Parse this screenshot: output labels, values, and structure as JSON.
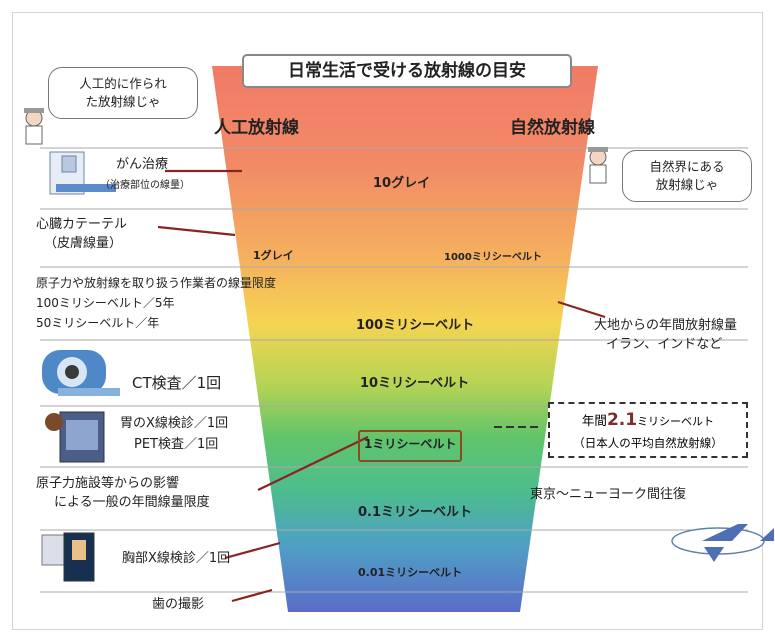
{
  "title": "日常生活で受ける放射線の目安",
  "headers": {
    "artificial": "人工放射線",
    "natural": "自然放射線"
  },
  "bubbles": {
    "artificial": [
      "人工的に作られ",
      "た放射線じゃ"
    ],
    "natural": [
      "自然界にある",
      "放射線じゃ"
    ]
  },
  "doses": {
    "gray10": "10グレイ",
    "gray1": "1グレイ",
    "sv1000": "1000ミリシーベルト",
    "sv100": "100ミリシーベルト",
    "sv10": "10ミリシーベルト",
    "sv1": "1ミリシーベルト",
    "sv01": "0.1ミリシーベルト",
    "sv001": "0.01ミリシーベルト"
  },
  "left_labels": {
    "cancer": "がん治療",
    "cancer_sub": "（治療部位の線量）",
    "catheter": "心臓カテーテル",
    "catheter_sub": "（皮膚線量）",
    "worker": "原子力や放射線を取り扱う作業者の線量限度",
    "worker_line2": "100ミリシーベルト／5年",
    "worker_line3": "50ミリシーベルト／年",
    "ct": "CT検査／1回",
    "stomach": "胃のX線検診／1回",
    "pet": "PET検査／1回",
    "facility_line1": "原子力施設等からの影響",
    "facility_line2": "による一般の年間線量限度",
    "chest": "胸部X線検診／1回",
    "dental": "歯の撮影"
  },
  "right_labels": {
    "earth_line1": "大地からの年間放射線量",
    "earth_line2": "イラン、インドなど",
    "annual_prefix": "年間",
    "annual_value": "2.1",
    "annual_unit": "ミリシーベルト",
    "annual_sub": "（日本人の平均自然放射線）",
    "flight": "東京〜ニューヨーク間往復"
  },
  "colors": {
    "top": "#f07f66",
    "middle": "#f6d24e",
    "lower": "#5ec26f",
    "bottom": "#5b72c9",
    "leader": "#8a2424"
  }
}
